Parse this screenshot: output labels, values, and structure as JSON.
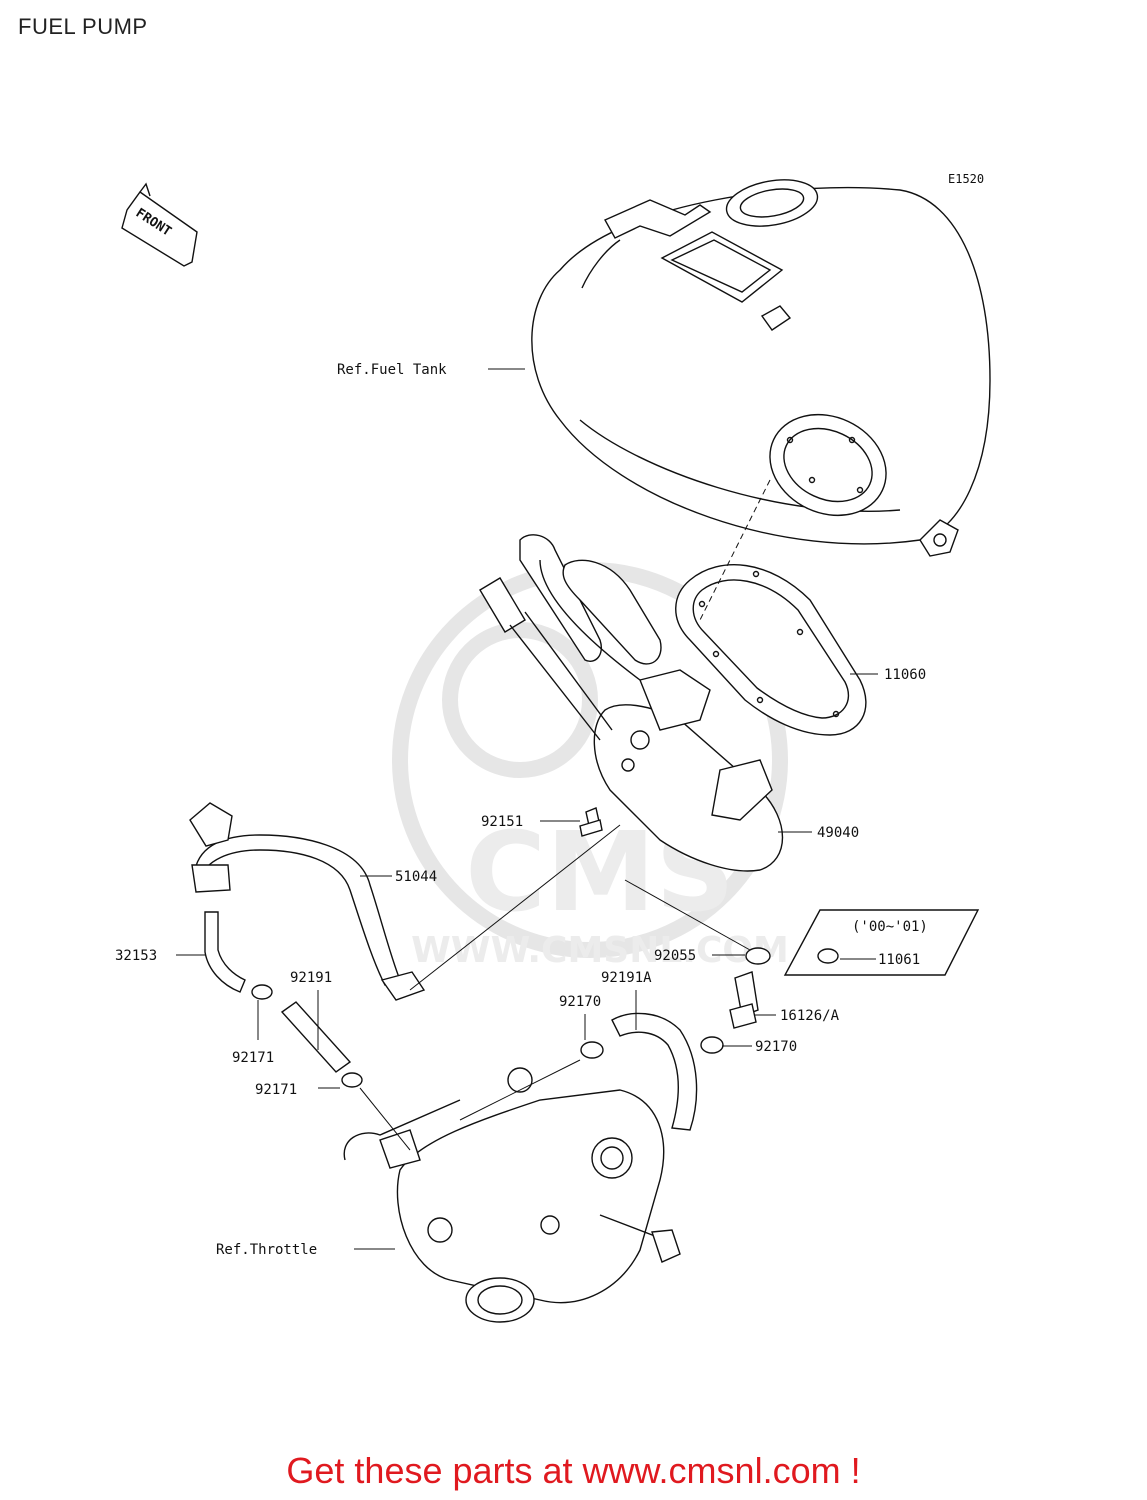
{
  "title": "FUEL PUMP",
  "diagram_code": "E1520",
  "front_label": "FRONT",
  "range_note": "('00~'01)",
  "promo": "Get these parts at www.cmsnl.com !",
  "watermark": {
    "brand": "CMS",
    "url": "WWW.CMSNL.COM"
  },
  "labels": {
    "fuel_tank": "Ref.Fuel Tank",
    "p11060": "11060",
    "p49040": "49040",
    "p92151": "92151",
    "p51044": "51044",
    "p32153": "32153",
    "p92055": "92055",
    "p11061": "11061",
    "p92191": "92191",
    "p92191a": "92191A",
    "p92170a": "92170",
    "p16126": "16126/A",
    "p92170b": "92170",
    "p92171a": "92171",
    "p92171b": "92171",
    "throttle": "Ref.Throttle"
  },
  "colors": {
    "promo": "#e0191f",
    "lines": "#111111",
    "watermark": "#e6e6e6"
  }
}
